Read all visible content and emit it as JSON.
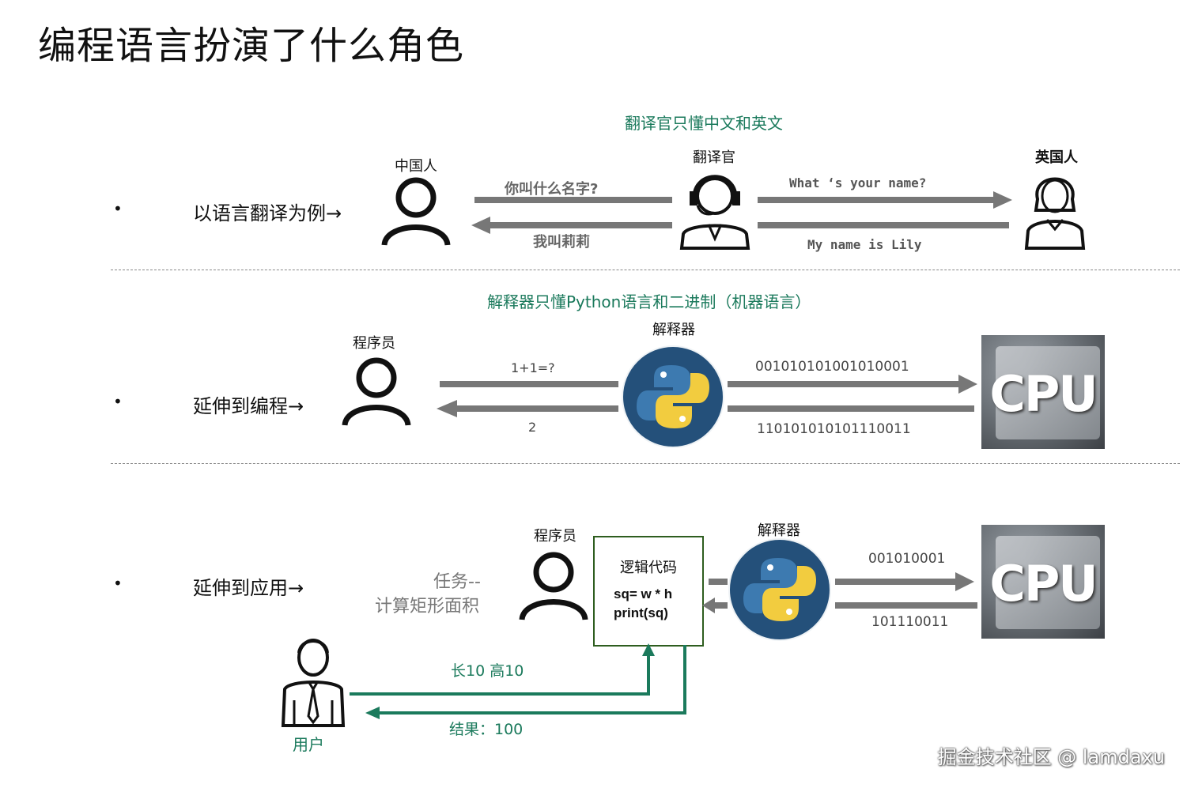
{
  "title": "编程语言扮演了什么角色",
  "bullet": "•",
  "section1": {
    "note": "翻译官只懂中文和英文",
    "row_label": "以语言翻译为例→",
    "left_actor": "中国人",
    "middle_actor": "翻译官",
    "right_actor": "英国人",
    "left_top_msg": "你叫什么名字?",
    "left_bottom_msg": "我叫莉莉",
    "right_top_msg": "What ‘s your name?",
    "right_bottom_msg": "My name is Lily"
  },
  "section2": {
    "note": "解释器只懂Python语言和二进制（机器语言）",
    "row_label": "延伸到编程→",
    "left_actor": "程序员",
    "middle_actor": "解释器",
    "left_top_msg": "1+1=?",
    "left_bottom_msg": "2",
    "right_top_msg": "001010101001010001",
    "right_bottom_msg": "110101010101110011",
    "cpu_label": "CPU"
  },
  "section3": {
    "row_label": "延伸到应用→",
    "task_line1": "任务--",
    "task_line2": "计算矩形面积",
    "programmer": "程序员",
    "interpreter": "解释器",
    "code_title": "逻辑代码",
    "code_line1": "sq= w * h",
    "code_line2": "print(sq)",
    "right_top_msg": "001010001",
    "right_bottom_msg": "101110011",
    "cpu_label": "CPU",
    "user_label": "用户",
    "input_msg": "长10  高10",
    "result_msg": "结果：100"
  },
  "watermark": "掘金技术社区 @ lamdaxu",
  "colors": {
    "green": "#1b7a5c",
    "arrow_gray": "#777777",
    "python_blue": "#2f6b9a",
    "python_yellow": "#f2cc3f",
    "circle_dark": "#24507a",
    "box_border": "#2e5d1f"
  }
}
